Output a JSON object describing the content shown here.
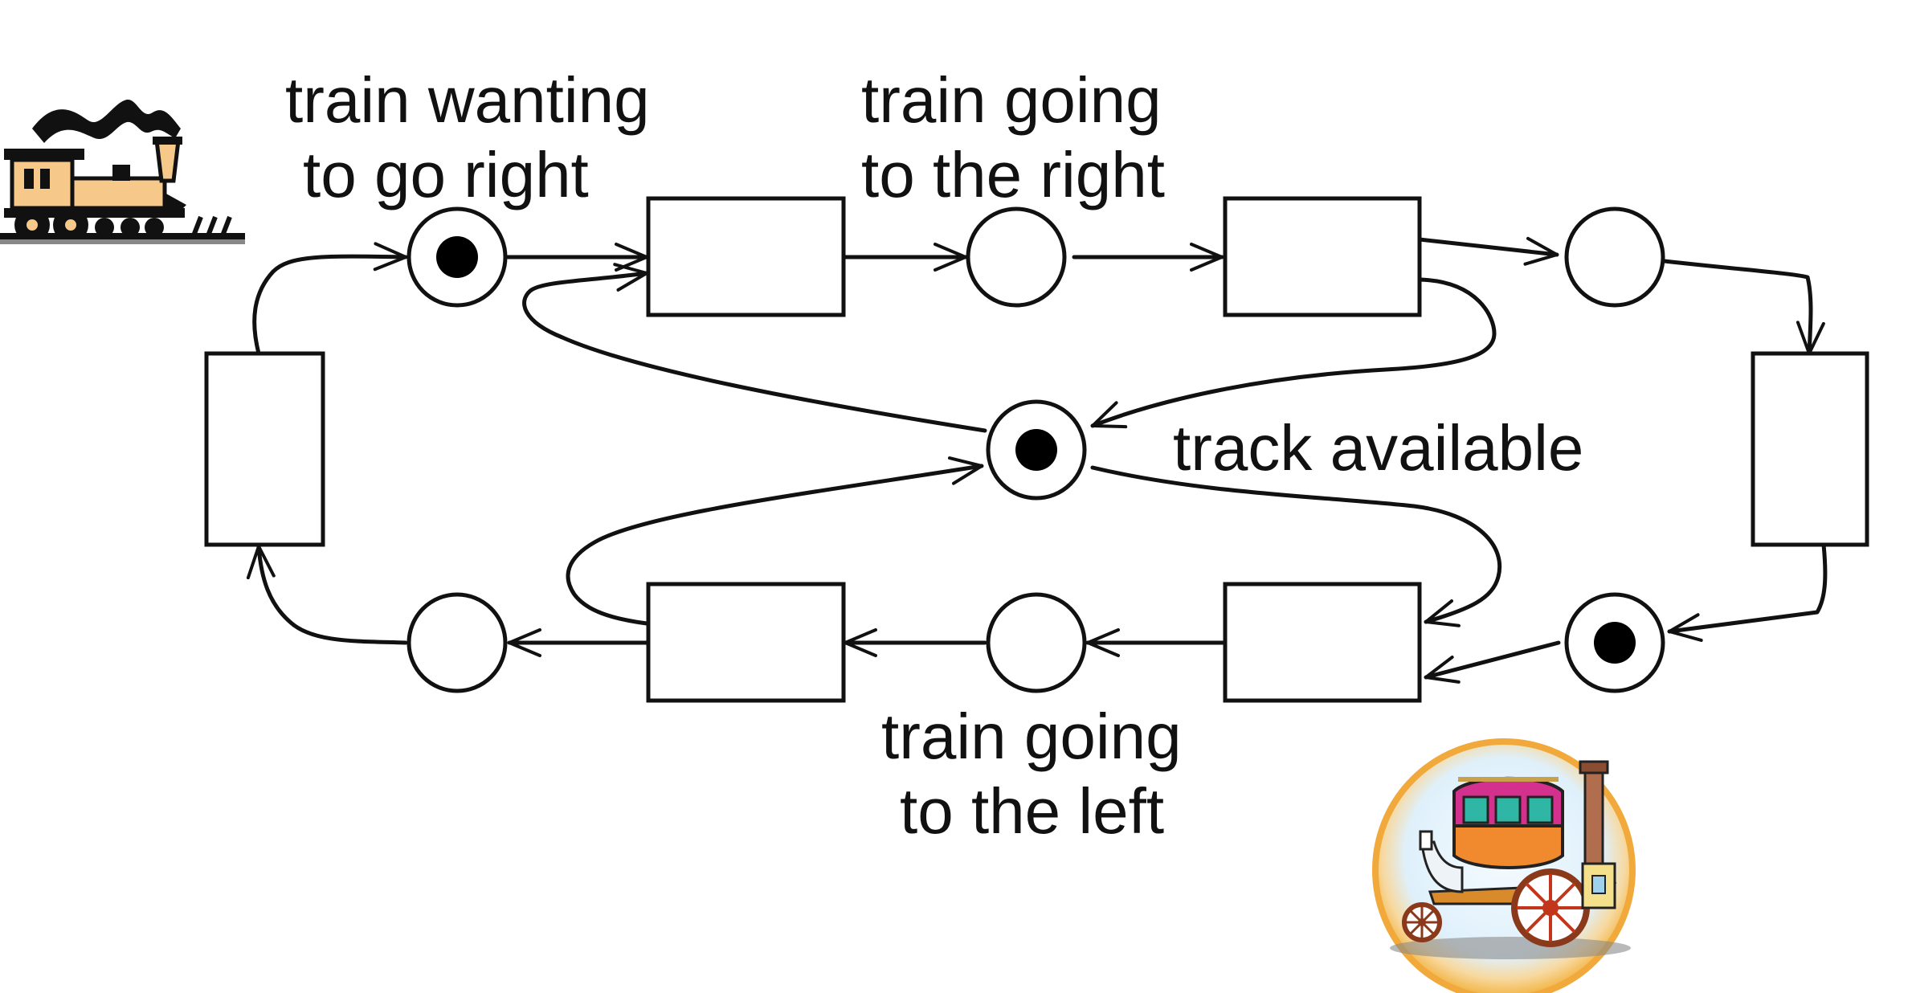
{
  "diagram": {
    "type": "petri-net",
    "labels": {
      "train_wanting": [
        "train wanting",
        "to go right"
      ],
      "train_right": [
        "train going",
        "to the right"
      ],
      "track_available": "track available",
      "train_left": [
        "train going",
        "to the left"
      ]
    },
    "places": [
      {
        "id": "p-wanting-right",
        "tokens": 1
      },
      {
        "id": "p-going-right",
        "tokens": 0
      },
      {
        "id": "p-after-right",
        "tokens": 0
      },
      {
        "id": "p-track-available",
        "tokens": 1
      },
      {
        "id": "p-wanting-left",
        "tokens": 1
      },
      {
        "id": "p-going-left",
        "tokens": 0
      },
      {
        "id": "p-after-left",
        "tokens": 0
      }
    ],
    "transitions": [
      {
        "id": "t-enter-right"
      },
      {
        "id": "t-exit-right"
      },
      {
        "id": "t-turn-right-side"
      },
      {
        "id": "t-enter-left"
      },
      {
        "id": "t-exit-left"
      },
      {
        "id": "t-turn-left-side"
      }
    ],
    "clipart": {
      "top_left": "locomotive-clipart",
      "bottom_right": "stagecoach-steam-carriage-clipart"
    }
  }
}
